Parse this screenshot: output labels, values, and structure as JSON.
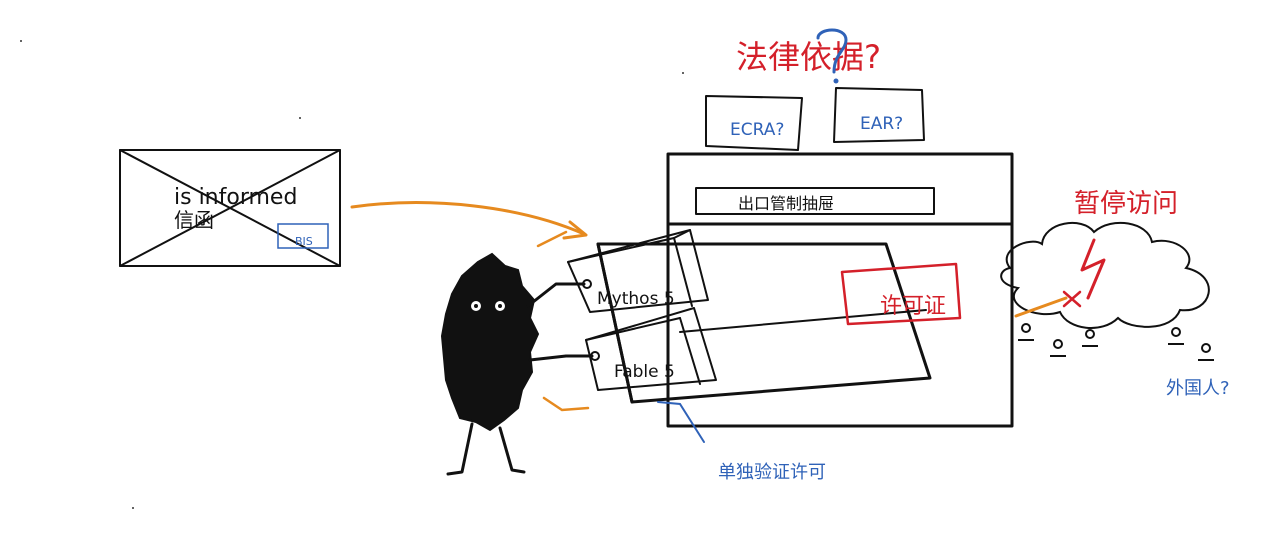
{
  "letter": {
    "line1": "is informed",
    "line2": "信函",
    "badge": "BIS"
  },
  "law_question": "法律依据?",
  "question_mark": "?",
  "boxes": {
    "ecra": "ECRA?",
    "ear": "EAR?"
  },
  "cabinet": {
    "drawer_label": "出口管制抽屉",
    "license": "许可证"
  },
  "models": {
    "top": "Mythos 5",
    "bottom": "Fable 5"
  },
  "verify_caption": "单独验证许可",
  "suspend_access": "暂停访问",
  "foreigners": "外国人?",
  "colors": {
    "ink": "#111111",
    "blue": "#2f62b8",
    "red": "#d4202a",
    "orange": "#e68a1f"
  }
}
